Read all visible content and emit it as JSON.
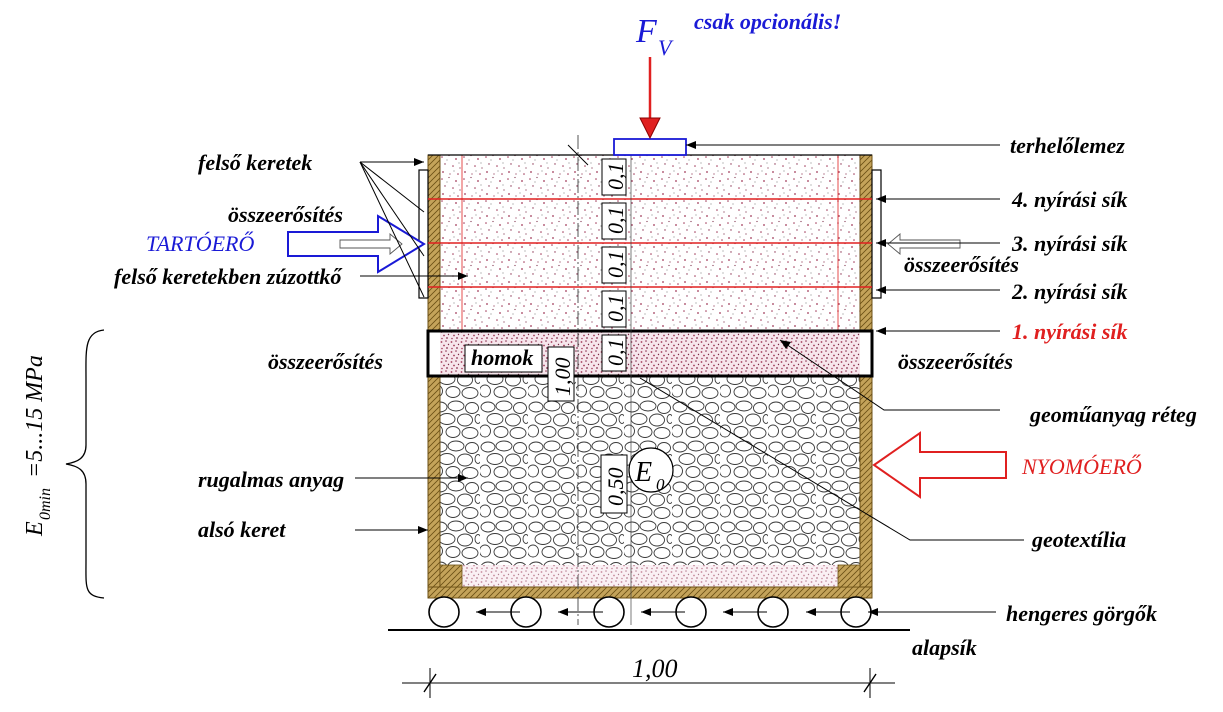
{
  "labels": {
    "force": "F",
    "force_sub": "V",
    "optional_note": "csak opcionális!",
    "load_plate": "terhelőlemez",
    "upper_frames": "felső keretek",
    "reinforcement": "összeerősítés",
    "support_force": "TARTÓERŐ",
    "upper_frames_gravel": "felső keretekben zúzottkő",
    "shear_4": "4. nyírási sík",
    "shear_3": "3. nyírási sík",
    "shear_2": "2. nyírási sík",
    "shear_1": "1. nyírási sík",
    "sand": "homok",
    "geosynthetic": "geoműanyag réteg",
    "compression_force": "NYOMÓERŐ",
    "elastic_material": "rugalmas anyag",
    "lower_frame": "alsó keret",
    "geotextile": "geotextília",
    "rollers": "hengeres görgők",
    "base_plane": "alapsík",
    "modulus_e": "E",
    "modulus_sub": "0min",
    "modulus_range": "=5...15 MPa",
    "e0": "E",
    "e0_sub": "0"
  },
  "dimensions": {
    "layer_thickness": "0,1",
    "height": "1,00",
    "elastic_height": "0,50",
    "width": "1,00"
  },
  "colors": {
    "frame": "#c4a35a",
    "frame_edge": "#6b4f14",
    "shear_line": "#e02020",
    "arrow_blue": "#1a1ad6",
    "arrow_red": "#e02020",
    "gravel_dot": "#a03a5a"
  }
}
